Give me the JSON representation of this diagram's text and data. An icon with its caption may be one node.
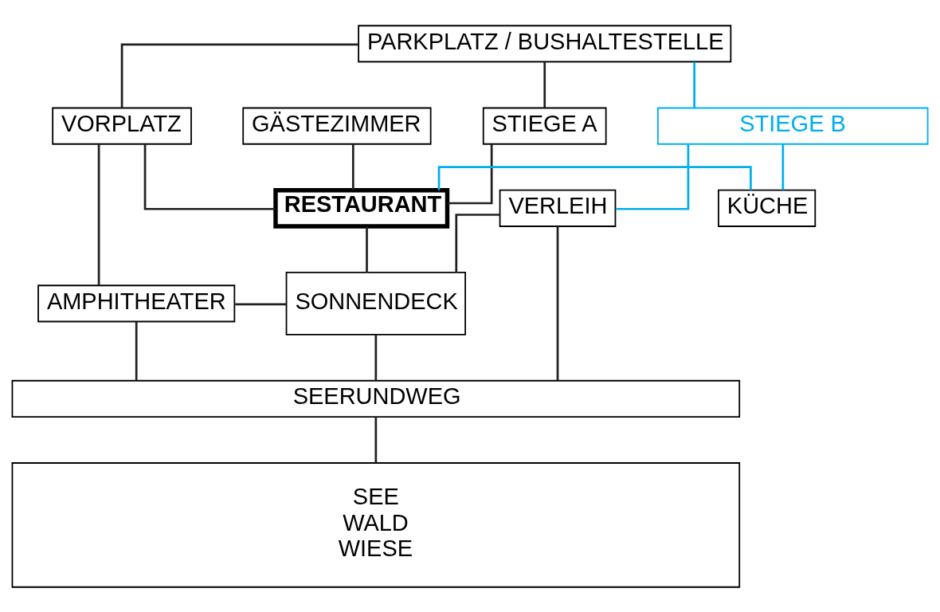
{
  "diagram": {
    "nodes": [
      {
        "text": [
          "PARKPLATZ / BUSHALTESTELLE"
        ]
      },
      {
        "text": [
          "STIEGE A"
        ]
      },
      {
        "text": [
          "STIEGE B"
        ]
      },
      {
        "text": [
          "VORPLATZ"
        ]
      },
      {
        "text": [
          "GÄSTEZIMMER"
        ]
      },
      {
        "text": [
          "RESTAURANT"
        ]
      },
      {
        "text": [
          "KÜCHE"
        ]
      },
      {
        "text": [
          "VERLEIH"
        ]
      },
      {
        "text": [
          "AMPHITHEATER"
        ]
      },
      {
        "text": [
          "SONNENDECK"
        ]
      },
      {
        "text": [
          "SEERUNDWEG"
        ]
      },
      {
        "text": [
          "SEE",
          "WALD",
          "WIESE"
        ]
      }
    ],
    "edges": [
      {
        "from": 0,
        "to": 3,
        "arrow": "none"
      },
      {
        "from": 0,
        "to": 1,
        "arrow": "none"
      },
      {
        "from": 0,
        "to": 2,
        "arrow": "none",
        "color": "#00aeef"
      },
      {
        "from": 1,
        "to": 5,
        "arrow": "none"
      },
      {
        "from": 4,
        "to": 5,
        "arrow": "none"
      },
      {
        "from": 2,
        "to": 6,
        "arrow": "none",
        "color": "#00aeef"
      },
      {
        "from": 2,
        "to": 7,
        "arrow": "none",
        "color": "#00aeef"
      },
      {
        "from": 3,
        "to": 5,
        "arrow": "none"
      },
      {
        "from": 5,
        "to": 6,
        "arrow": "none",
        "color": "#00aeef"
      },
      {
        "from": 3,
        "to": 8,
        "arrow": "none"
      },
      {
        "from": 5,
        "to": 9,
        "arrow": "none"
      },
      {
        "from": 8,
        "to": 9,
        "arrow": "none"
      },
      {
        "from": 9,
        "to": 7,
        "arrow": "none"
      },
      {
        "from": 8,
        "to": 10,
        "arrow": "none"
      },
      {
        "from": 9,
        "to": 10,
        "arrow": "none"
      },
      {
        "from": 7,
        "to": 10,
        "arrow": "none"
      },
      {
        "from": 10,
        "to": 11,
        "arrow": "none"
      }
    ]
  }
}
